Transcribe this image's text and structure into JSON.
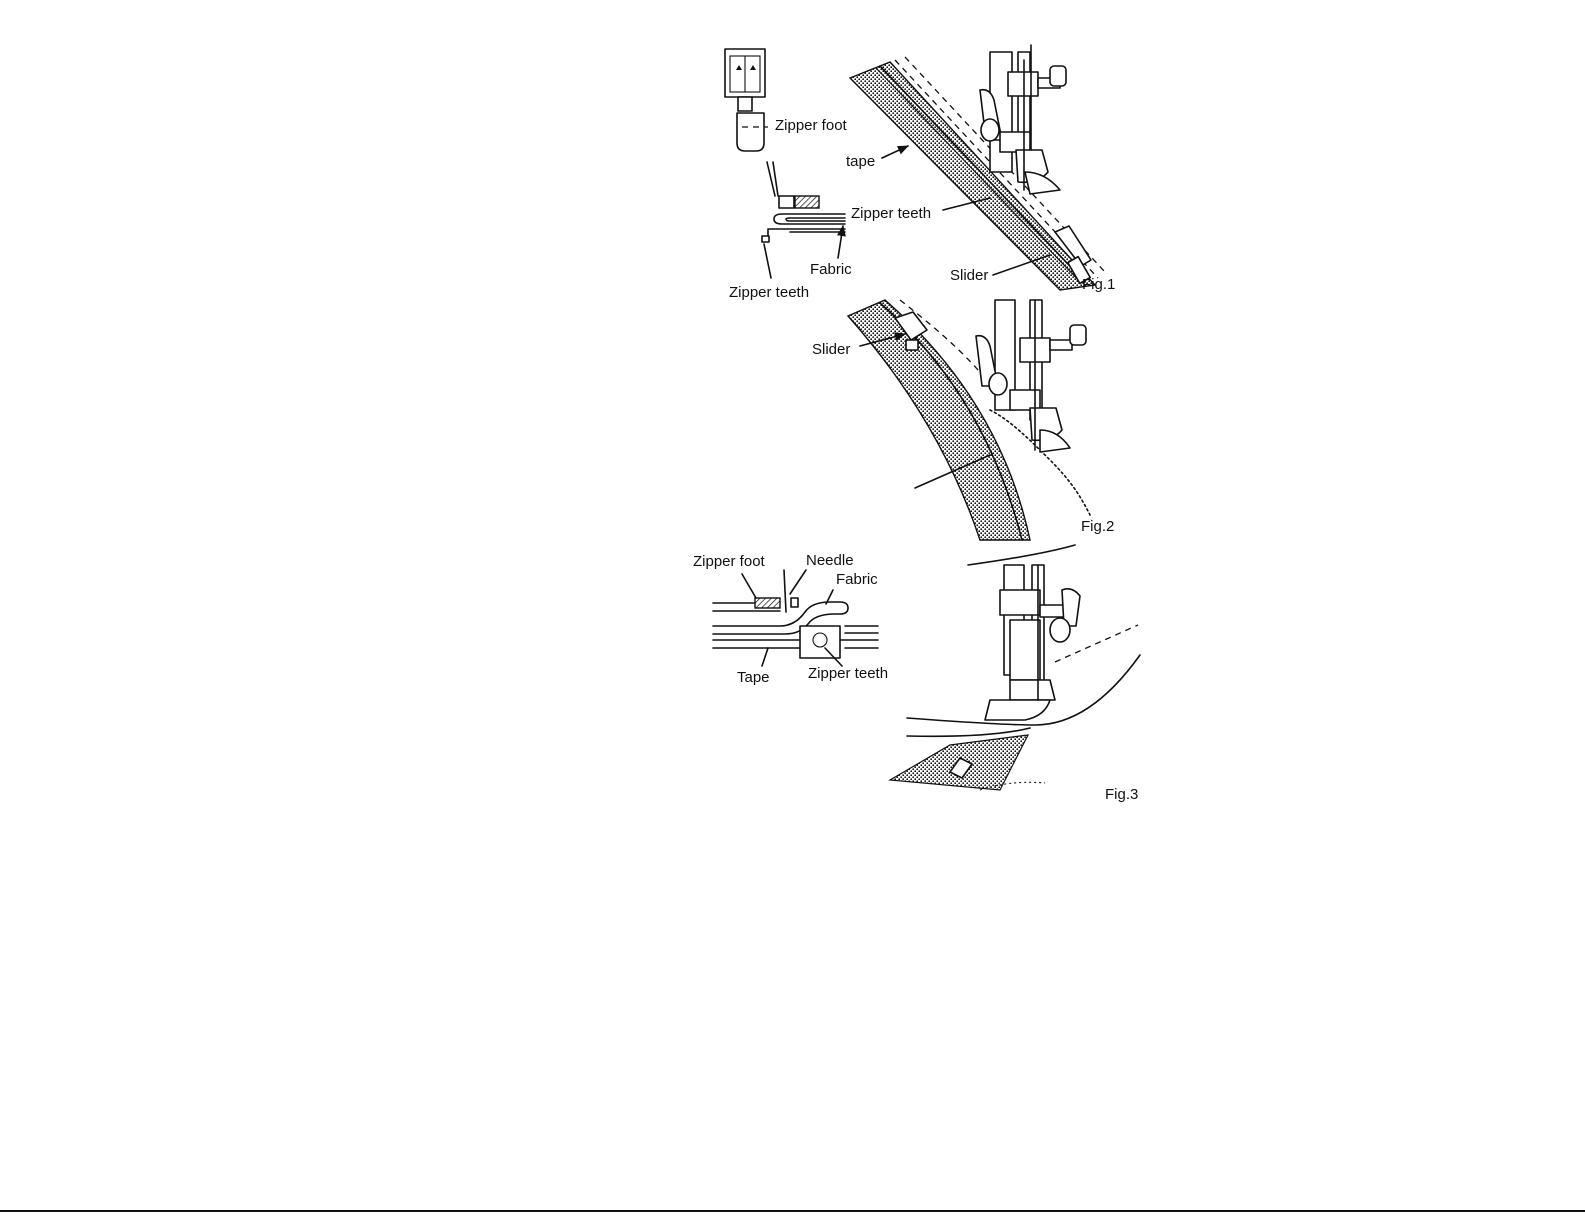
{
  "figures": {
    "fig1": {
      "caption": "Fig.1",
      "labels": {
        "zipper_foot": "Zipper foot",
        "tape": "tape",
        "zipper_teeth_main": "Zipper teeth",
        "fabric": "Fabric",
        "slider": "Slider",
        "zipper_teeth_section": "Zipper teeth"
      }
    },
    "fig2": {
      "caption": "Fig.2",
      "labels": {
        "slider": "Slider"
      }
    },
    "fig3": {
      "caption": "Fig.3",
      "labels": {
        "zipper_foot": "Zipper foot",
        "needle": "Needle",
        "fabric": "Fabric",
        "tape": "Tape",
        "zipper_teeth": "Zipper teeth"
      }
    }
  },
  "colors": {
    "ink": "#111111",
    "paper": "#ffffff"
  }
}
